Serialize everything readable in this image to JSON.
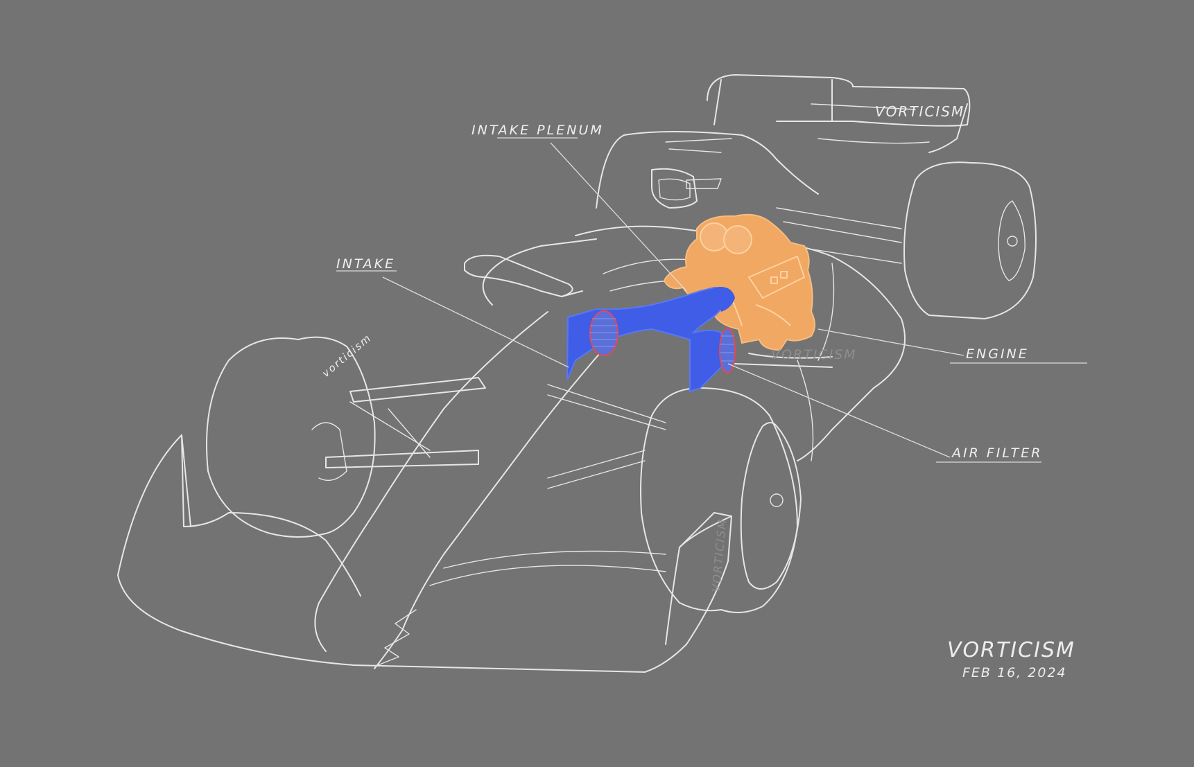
{
  "labels": {
    "intake_plenum": "INTAKE PLENUM",
    "intake": "INTAKE",
    "engine": "ENGINE",
    "air_filter": "AIR FILTER"
  },
  "branding": {
    "rear_wing": "VORTICISM",
    "engine_cover": "VORTICISM",
    "front_tyre": "vorticism",
    "front_wing_endplate": "VORTICISM"
  },
  "signature": {
    "name": "VORTICISM",
    "date": "FEB 16, 2024"
  },
  "colors": {
    "background": "#737373",
    "linework": "#e6e6e6",
    "engine": "#f0a862",
    "intake": "#3f5de6",
    "air_filter_outline": "#e04a5a"
  }
}
